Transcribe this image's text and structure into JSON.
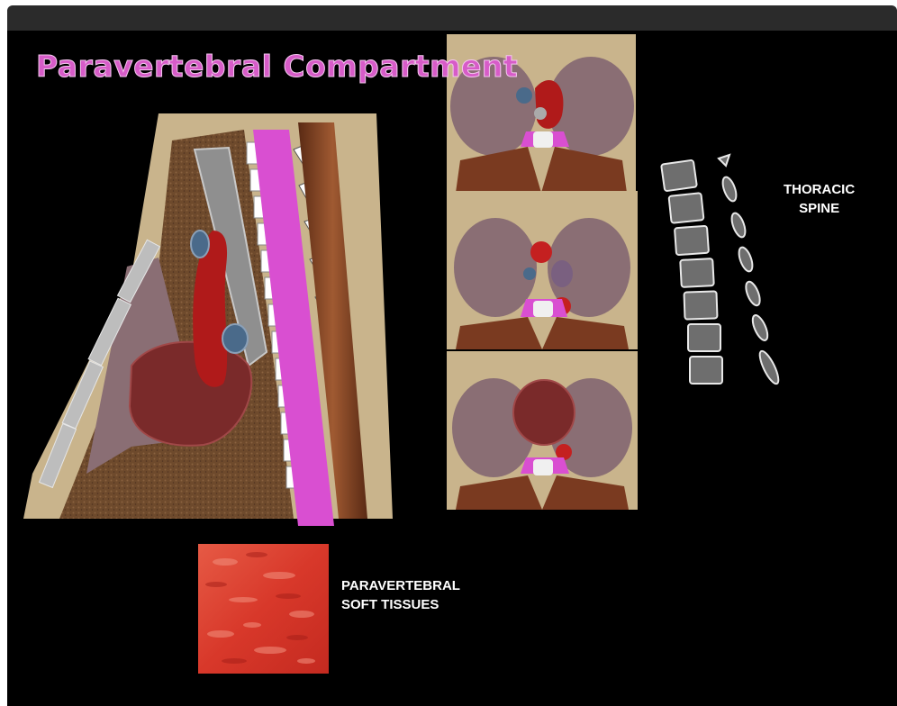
{
  "title": "Paravertebral Compartment",
  "labels": {
    "thoracic_spine": [
      "THORACIC",
      "SPINE"
    ],
    "soft_tissues": [
      "PARAVERTEBRAL",
      "SOFT TISSUES"
    ]
  },
  "colors": {
    "paravertebral": "#d94fd1",
    "soft_tissue": "#d8382a",
    "background": "#000000"
  }
}
